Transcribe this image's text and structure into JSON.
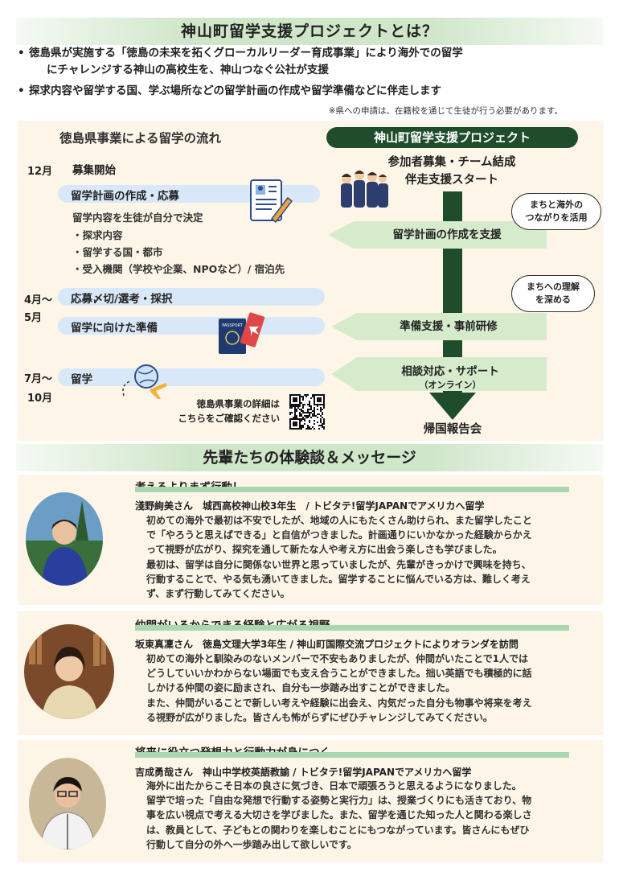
{
  "header": {
    "title": "神山町留学支援プロジェクトとは？",
    "bullets": [
      "徳島県が実施する「徳島の未来を拓くグローカルリーダー育成事業」により海外での留学",
      "にチャレンジする神山の高校生を、神山つなぐ公社が支援",
      "探求内容や留学する国、学ぶ場所などの留学計画の作成や留学準備などに伴走します"
    ],
    "note": "※県への申請は、在籍校を通じて生徒が行う必要があります。"
  },
  "flow": {
    "left_title": "徳島県事業による留学の流れ",
    "right_title": "神山町留学支援プロジェクト",
    "month_dec": "12月",
    "recruit_start": "募集開始",
    "plan_apply": "留学計画の作成・応募",
    "plan_detail_head": "留学内容を生徒が自分で決定",
    "plan_items": [
      "・探求内容",
      "・留学する国・都市",
      "・受入機関（学校や企業、NPOなど）/ 宿泊先"
    ],
    "month_apr": "4月〜",
    "month_may": "5月",
    "deadline": "応募〆切/選考・採択",
    "prep": "留学に向けた準備",
    "month_jul": "7月〜",
    "month_oct": "10月",
    "study": "留学",
    "details_note_1": "徳島県事業の詳細は",
    "details_note_2": "こちらをご確認ください",
    "r_start_1": "参加者募集・チーム結成",
    "r_start_2": "伴走支援スタート",
    "r_plan": "留学計画の作成を支援",
    "bubble1_1": "まちと海外の",
    "bubble1_2": "つながりを活用",
    "bubble2_1": "まちへの理解",
    "bubble2_2": "を深める",
    "r_prep": "準備支援・事前研修",
    "r_consult": "相談対応・サポート",
    "r_online": "（オンライン）",
    "r_report": "帰国報告会",
    "passport_label": "PASSPORT"
  },
  "section2": {
    "title": "先輩たちの体験談＆メッセージ",
    "cards": [
      {
        "title": "考えるよりまず行動！",
        "name": "淺野絢美さん　城西高校神山校3年生　/ トビタテ!留学JAPANでアメリカへ留学",
        "lines": [
          "初めての海外で最初は不安でしたが、地域の人にもたくさん助けられ、また留学したこと",
          "で「やろうと思えばできる」と自信がつきました。計画通りにいかなかった経験からかえ",
          "って視野が広がり、探究を通して新たな人や考え方に出会う楽しさも学びました。",
          "最初は、留学は自分に関係ない世界と思っていましたが、先輩がきっかけで興味を持ち、",
          "行動することで、やる気も湧いてきました。留学することに悩んでいる方は、難しく考え",
          "ず、まず行動してみてください。"
        ]
      },
      {
        "title": "仲間がいるからできる経験と広がる視野",
        "name": "坂東真凜さん　徳島文理大学3年生 / 神山町国際交流プロジェクトによりオランダを訪問",
        "lines": [
          "初めての海外と馴染みのないメンバーで不安もありましたが、仲間がいたことで1人では",
          "どうしていいかわからない場面でも支え合うことができました。拙い英語でも積極的に話",
          "しかける仲間の姿に励まされ、自分も一歩踏み出すことができました。",
          "また、仲間がいることで新しい考えや経験に出会え、内気だった自分も物事や将来を考え",
          "る視野が広がりました。皆さんも怖がらずにぜひチャレンジしてみてください。"
        ]
      },
      {
        "title": "将来に役立つ発想力と行動力が身につく",
        "name": "吉成勇哉さん　神山中学校英語教諭 / トビタテ!留学JAPANでアメリカへ留学",
        "lines": [
          "海外に出たからこそ日本の良さに気づき、日本で頑張ろうと思えるようになりました。",
          "留学で培った「自由な発想で行動する姿勢と実行力」は、授業づくりにも活きており、物",
          "事を広い視点で考える大切さを学びました。また、留学を通じた知った人と関わる楽しさ",
          "は、教員として、子どもとの関わりを楽しむことにもつながっています。皆さんにもぜひ",
          "行動して自分の外へ一歩踏み出して欲しいです。"
        ]
      }
    ]
  },
  "colors": {
    "dark_green": "#1f4d2b",
    "light_green": "#d6ebcc",
    "blue_bar": "#d9e8f8",
    "cream": "#fdf6e8"
  }
}
